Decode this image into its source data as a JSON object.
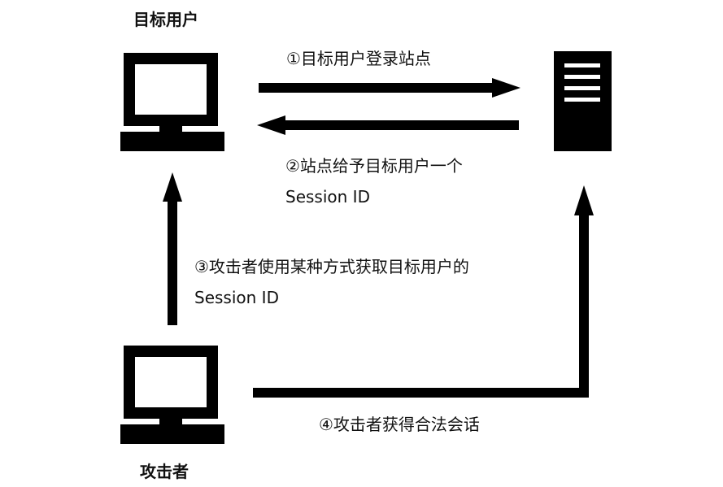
{
  "nodes": {
    "target_user": {
      "label": "目标用户"
    },
    "attacker": {
      "label": "攻击者"
    }
  },
  "steps": {
    "step1": {
      "text": "①目标用户登录站点"
    },
    "step2": {
      "line1": "②站点给予目标用户一个",
      "line2": "Session ID"
    },
    "step3": {
      "line1": "③攻击者使用某种方式获取目标用户的",
      "line2": "Session ID"
    },
    "step4": {
      "text": "④攻击者获得合法会话"
    }
  },
  "colors": {
    "ink": "#000000",
    "text": "#111111",
    "background": "#ffffff"
  }
}
